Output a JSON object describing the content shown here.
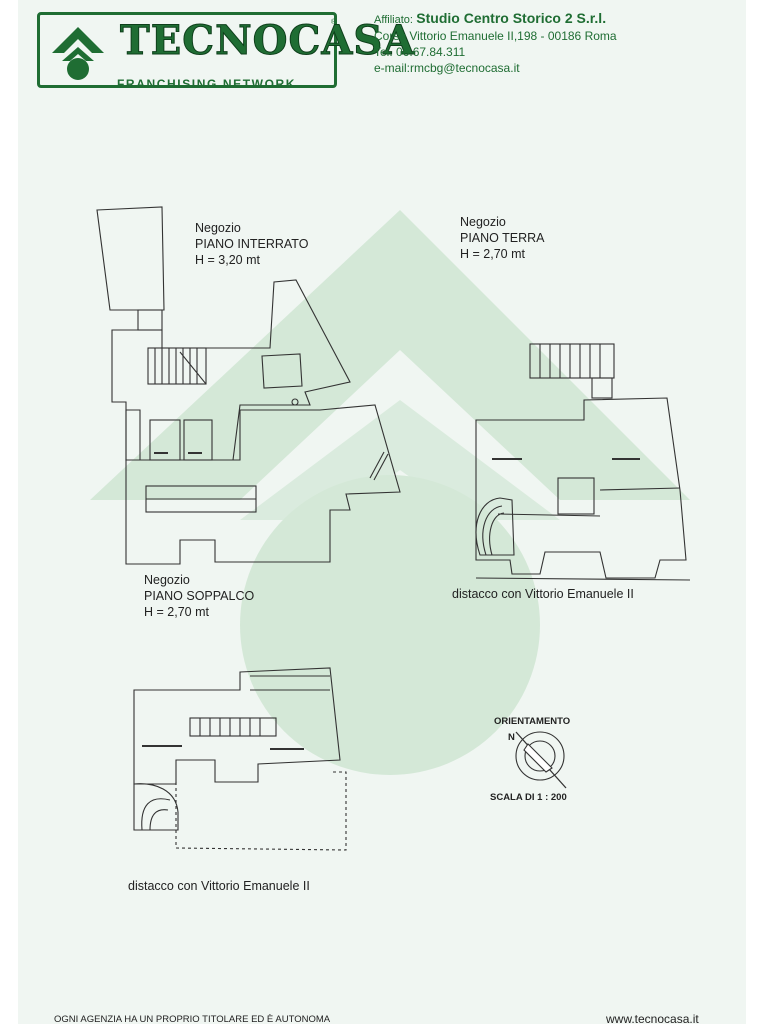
{
  "header": {
    "logo_text": "TECNOCASA",
    "logo_reg": "®",
    "logo_subtitle": "FRANCHISING NETWORK",
    "affiliate_label": "Affiliato:",
    "affiliate_name": "Studio Centro Storico 2 S.r.l.",
    "address": "Corso Vittorio Emanuele II,198 - 00186 Roma",
    "phone": "Tel. 06.67.84.311",
    "email": "e-mail:rmcbg@tecnocasa.it"
  },
  "plans": {
    "interrato": {
      "type": "Negozio",
      "level": "PIANO INTERRATO",
      "height": "H = 3,20 mt"
    },
    "terra": {
      "type": "Negozio",
      "level": "PIANO TERRA",
      "height": "H = 2,70 mt",
      "note": "distacco con Vittorio Emanuele II"
    },
    "soppalco": {
      "type": "Negozio",
      "level": "PIANO SOPPALCO",
      "height": "H = 2,70 mt",
      "note": "distacco con Vittorio Emanuele II"
    }
  },
  "orientation": {
    "label": "ORIENTAMENTO",
    "north": "N",
    "scale": "SCALA DI  1 : 200"
  },
  "footer": {
    "left": "OGNI AGENZIA HA UN PROPRIO TITOLARE ED È AUTONOMA",
    "right": "www.tecnocasa.it"
  },
  "colors": {
    "brand_green": "#1f6d33",
    "watermark_green": "#cfe6d3"
  }
}
